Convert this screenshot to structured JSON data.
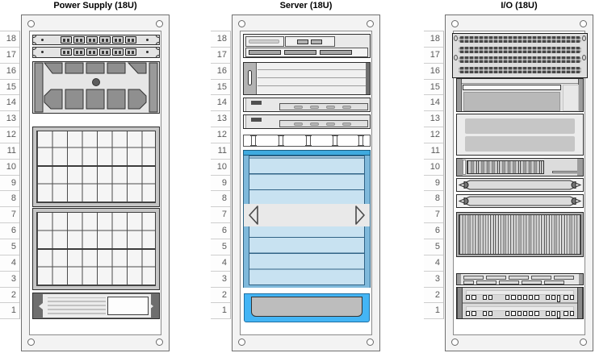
{
  "diagram": {
    "type": "rack-elevation",
    "rack_height_units": 18,
    "background": "#ffffff"
  },
  "slot_numbers": [
    "18",
    "17",
    "16",
    "15",
    "14",
    "13",
    "12",
    "11",
    "10",
    "9",
    "8",
    "7",
    "6",
    "5",
    "4",
    "3",
    "2",
    "1"
  ],
  "racks": [
    {
      "title": "Power Supply (18U)",
      "units": [
        {
          "name": "power-strip-top",
          "slots": "18"
        },
        {
          "name": "power-strip-second",
          "slots": "17"
        },
        {
          "name": "fan-blower-module",
          "slots": "16-14"
        },
        {
          "name": "battery-grid-upper",
          "slots": "12-8"
        },
        {
          "name": "battery-grid-lower",
          "slots": "7-3"
        },
        {
          "name": "vented-drawer-unit",
          "slots": "2-1"
        }
      ]
    },
    {
      "title": "Server (18U)",
      "units": [
        {
          "name": "server-media-chassis",
          "slots": "18-17"
        },
        {
          "name": "server-4bay",
          "slots": "16-15"
        },
        {
          "name": "1u-server-a",
          "slots": "14"
        },
        {
          "name": "1u-server-b",
          "slots": "13"
        },
        {
          "name": "cable-organizer",
          "slots": "12"
        },
        {
          "name": "blade-enclosure-blue",
          "slots": "11-1"
        }
      ]
    },
    {
      "title": "I/O (18U)",
      "units": [
        {
          "name": "patch-panel-bank",
          "slots": "18-16"
        },
        {
          "name": "io-chassis",
          "slots": "15-14"
        },
        {
          "name": "io-dual-module",
          "slots": "13-11"
        },
        {
          "name": "disk-array-1u",
          "slots": "10"
        },
        {
          "name": "sliding-tray-a",
          "slots": "9"
        },
        {
          "name": "sliding-tray-b",
          "slots": "8"
        },
        {
          "name": "vent-grille",
          "slots": "7-5"
        },
        {
          "name": "louvered-panel",
          "slots": "3"
        },
        {
          "name": "network-switch-duo",
          "slots": "2-1"
        }
      ]
    }
  ],
  "colors": {
    "accent_blue_cap": "#3FAADF",
    "blade_light_blue": "#C8E2F1",
    "blade_tray_blue": "#44B5F5",
    "frame_fill": "#F3F3F3"
  }
}
